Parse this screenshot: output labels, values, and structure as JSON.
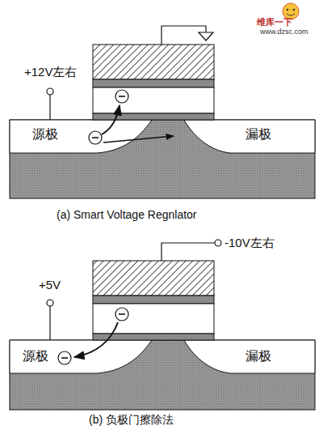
{
  "diagram": {
    "nodes": [
      {
        "text": [
          "源极"
        ]
      },
      {
        "text": [
          "漏极"
        ]
      },
      {
        "text": [
          "源极"
        ]
      },
      {
        "text": [
          "漏极"
        ]
      }
    ],
    "labels": [
      "维库一下",
      "www.dzsc.com",
      "+12V左右",
      "(a) Smart Voltage Regnlator",
      "-10V左右",
      "+5V",
      "(b) 负极门擦除法"
    ]
  }
}
